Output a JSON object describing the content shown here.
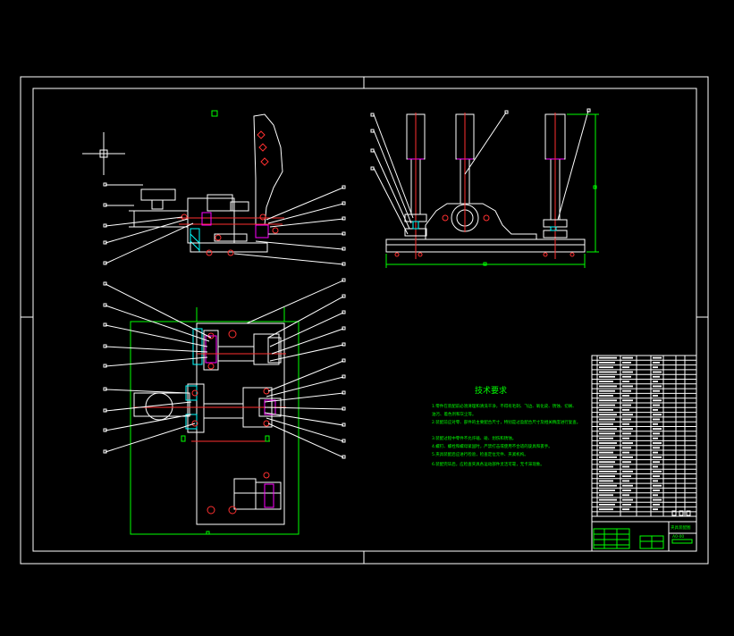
{
  "colors": {
    "background": "#000000",
    "frame": "#ffffff",
    "dimension": "#00ff00",
    "centerline": "#ff3030",
    "section": "#ff00ff",
    "hatch": "#00ffff"
  },
  "tech_requirements": {
    "title": "技术要求",
    "lines": [
      "1.零件在装配前必须清理和清洗干净，不得有毛刺、飞边、氧化皮、锈蚀、切屑、",
      "油污、着色剂和灰尘等。",
      "2.装配前应对零、部件的主要配合尺寸，特别是过盈配合尺寸及相关精度进行复查。",
      "3.装配过程中零件不允许磕、碰、划伤和锈蚀。",
      "4.螺钉、螺栓和螺母紧固时，严禁打击或使用不合适的旋具和扳手。",
      "5.夹具装配后应进行检验，检查定位元件、夹紧机构。",
      "6.装配完毕后，应检查夹具各运动部件灵活可靠，无卡滞现象。"
    ]
  },
  "title_block": {
    "drawing_name": "夹具装配图",
    "drawing_no": "A0-00"
  }
}
